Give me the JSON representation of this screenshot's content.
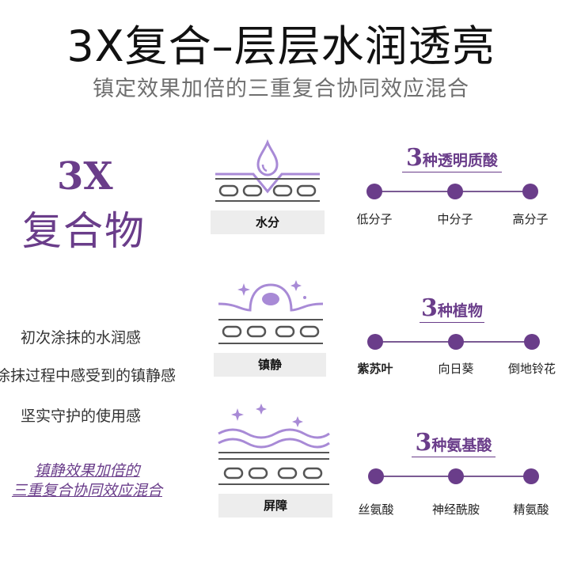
{
  "header": {
    "title": "3X复合–层层水润透亮",
    "subtitle": "镇定效果加倍的三重复合协同效应混合"
  },
  "left": {
    "big_3x": "3X",
    "big_word": "复合物",
    "feelings": [
      "初次涂抹的水润感",
      "涂抹过程中感受到的镇静感",
      "坚实守护的使用感"
    ],
    "synergy_line1": "镇静效果加倍的",
    "synergy_line2": "三重复合协同效应混合"
  },
  "rows": [
    {
      "icon": "water-drop-skin-icon",
      "label": "水分",
      "group_num": "3",
      "group_text": "种透明质酸",
      "items": [
        "低分子",
        "中分子",
        "高分子"
      ]
    },
    {
      "icon": "calming-cell-skin-icon",
      "label": "镇静",
      "group_num": "3",
      "group_text": "种植物",
      "items": [
        "紫苏叶",
        "向日葵",
        "倒地铃花"
      ]
    },
    {
      "icon": "barrier-wave-skin-icon",
      "label": "屏障",
      "group_num": "3",
      "group_text": "种氨基酸",
      "items": [
        "丝氨酸",
        "神经酰胺",
        "精氨酸"
      ]
    }
  ],
  "colors": {
    "accent": "#6a3d8a",
    "icon_purple": "#a88ad6",
    "skin_line": "#555555"
  }
}
